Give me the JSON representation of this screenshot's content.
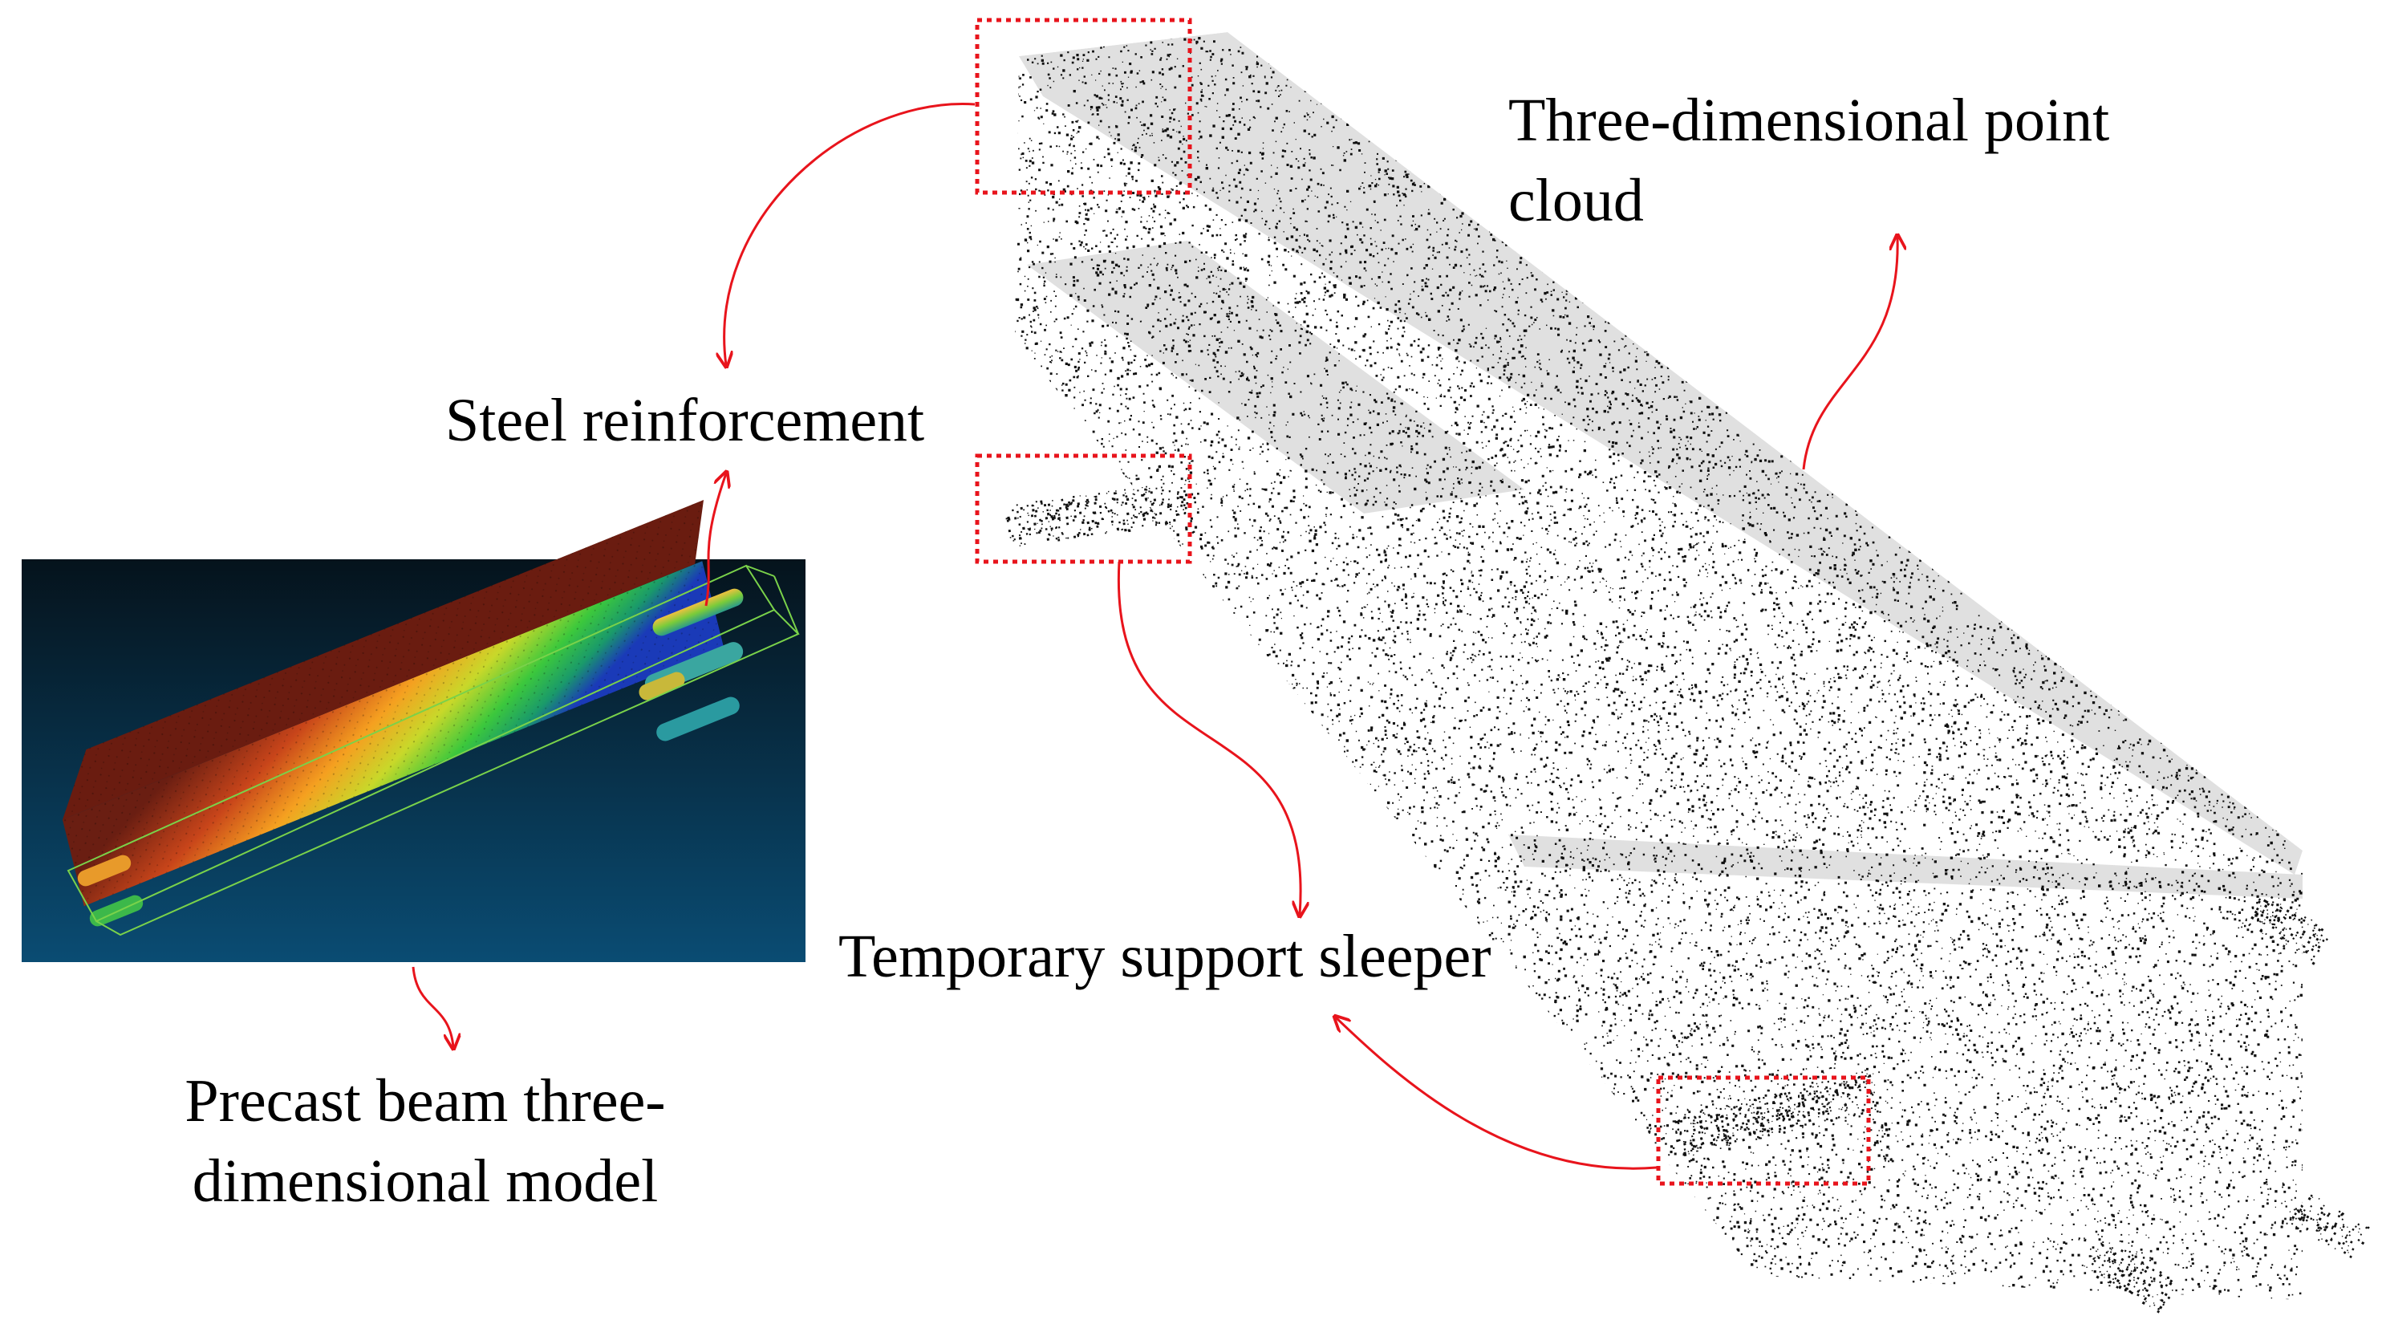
{
  "labels": {
    "point_cloud_line1": "Three-dimensional point",
    "point_cloud_line2": "cloud",
    "steel_reinforcement": "Steel reinforcement",
    "temporary_support_sleeper": "Temporary support sleeper",
    "precast_model_line1": "Precast beam three-",
    "precast_model_line2": "dimensional model"
  },
  "colors": {
    "annotation_red": "#e8141c",
    "model_background_top": "#05131c",
    "model_background_bottom": "#0a4c73",
    "point_color": "#111111",
    "bbox_green": "#7ad24a"
  },
  "icons": {
    "highlight_box": "dotted-red-rectangle",
    "connector": "curved-red-arrow"
  }
}
